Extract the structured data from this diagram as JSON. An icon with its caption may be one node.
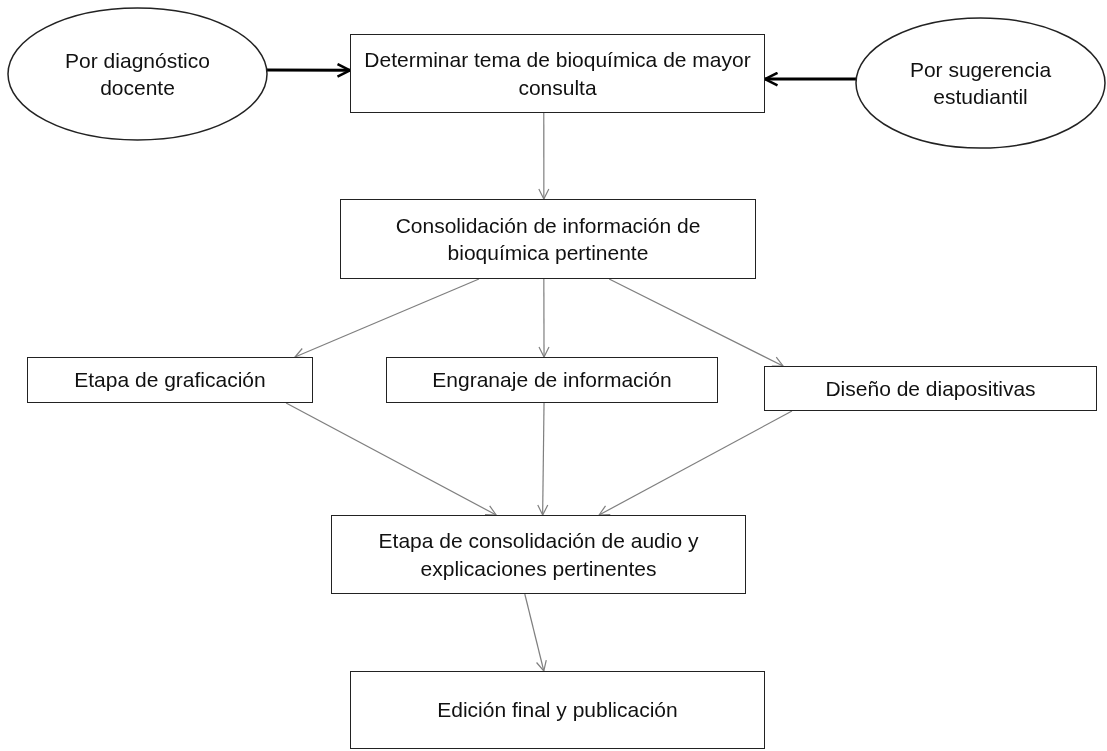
{
  "diagram": {
    "nodes": [
      {
        "text": [
          "Por diagnóstico docente"
        ]
      },
      {
        "text": [
          "Determinar tema de bioquímica de mayor consulta"
        ]
      },
      {
        "text": [
          "Por sugerencia estudiantil"
        ]
      },
      {
        "text": [
          "Consolidación de información de bioquímica pertinente"
        ]
      },
      {
        "text": [
          "Etapa de graficación"
        ]
      },
      {
        "text": [
          "Engranaje de información"
        ]
      },
      {
        "text": [
          "Diseño de diapositivas"
        ]
      },
      {
        "text": [
          "Etapa de consolidación de audio y explicaciones pertinentes"
        ]
      },
      {
        "text": [
          "Edición final y publicación"
        ]
      }
    ],
    "edges": [
      {
        "from": 0,
        "to": 1,
        "arrow": "to",
        "style": "thick",
        "color": "#000000"
      },
      {
        "from": 2,
        "to": 1,
        "arrow": "to",
        "style": "thick",
        "color": "#000000"
      },
      {
        "from": 1,
        "to": 3,
        "arrow": "to"
      },
      {
        "from": 3,
        "to": 4,
        "arrow": "to"
      },
      {
        "from": 3,
        "to": 5,
        "arrow": "to"
      },
      {
        "from": 3,
        "to": 6,
        "arrow": "to"
      },
      {
        "from": 4,
        "to": 7,
        "arrow": "to"
      },
      {
        "from": 5,
        "to": 7,
        "arrow": "to"
      },
      {
        "from": 6,
        "to": 7,
        "arrow": "to"
      },
      {
        "from": 7,
        "to": 8,
        "arrow": "to"
      }
    ]
  }
}
